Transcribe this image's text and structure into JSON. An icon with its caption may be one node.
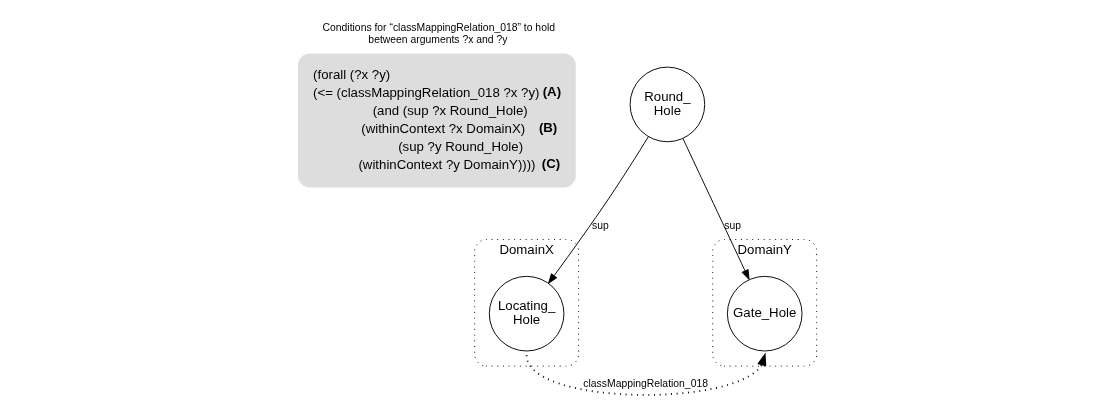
{
  "diagram": {
    "nodes": [
      {
        "text": [
          "Conditions for “classMappingRelation_018” to hold between arguments ?x and ?y",
          "(forall (?x ?y)",
          "(<= (classMappingRelation_018 ?x ?y) **(A)**",
          "(and (sup ?x Round_Hole)",
          "(withinContext ?x DomainX) **(B)**",
          "(sup ?y Round_Hole)",
          "(withinContext ?y DomainY)))) **(C)**"
        ]
      },
      {
        "text": [
          "DomainX"
        ]
      },
      {
        "text": [
          "DomainY"
        ]
      },
      {
        "text": [
          "Round_ Hole"
        ]
      },
      {
        "text": [
          "Locating_ Hole"
        ],
        "in": 1
      },
      {
        "text": [
          "Gate_Hole"
        ],
        "in": 2
      }
    ],
    "edges": [
      {
        "from": 3,
        "to": 4,
        "arrow": "to",
        "label": "sup"
      },
      {
        "from": 3,
        "to": 5,
        "arrow": "to",
        "label": "sup"
      },
      {
        "from": 4,
        "to": 5,
        "arrow": "to",
        "label": "classMappingRelation_018",
        "style": "dashed"
      }
    ]
  }
}
